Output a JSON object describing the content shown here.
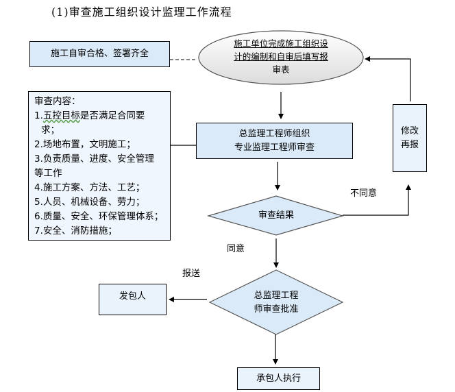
{
  "title": "(1)审查施工组织设计监理工作流程",
  "nodes": {
    "self_check": "施工自审合格、签署齐全",
    "submit": {
      "line1": "施工单位完成施工组织设",
      "line2": "计的编制和自审后填写报",
      "line3": "审表"
    },
    "organize_review": {
      "line1": "总监理工程师组织",
      "line2": "专业监理工程师审查"
    },
    "revise": {
      "line1": "修改",
      "line2": "再报"
    },
    "review_result": "审查结果",
    "approve": {
      "line1": "总监理工程",
      "line2": "师审查批准"
    },
    "owner": "发包人",
    "contractor": "承包人执行"
  },
  "review_content": {
    "heading": "审查内容：",
    "items": [
      {
        "num": "1.",
        "lead": "五控目标",
        "rest": "是否满足合同要"
      },
      {
        "cont": "求；"
      },
      {
        "num": "2.",
        "text": "场地布置，文明施工；"
      },
      {
        "num": "3.",
        "text": "负责质量、进度、安全管理"
      },
      {
        "cont": "等工作"
      },
      {
        "num": "4.",
        "text": "施工方案、方法、工艺；"
      },
      {
        "num": "5.",
        "text": "人员、机械设备、劳力；"
      },
      {
        "num": "6.",
        "text": "质量、安全、环保管理体系；"
      },
      {
        "num": "7.",
        "text": "安全、消防措施；"
      }
    ]
  },
  "edge_labels": {
    "disagree": "不同意",
    "agree": "同意",
    "send": "报送"
  },
  "colors": {
    "box_fill": "#dbeaf8",
    "box_fill_light": "#eaf3fc",
    "stroke": "#000000"
  }
}
